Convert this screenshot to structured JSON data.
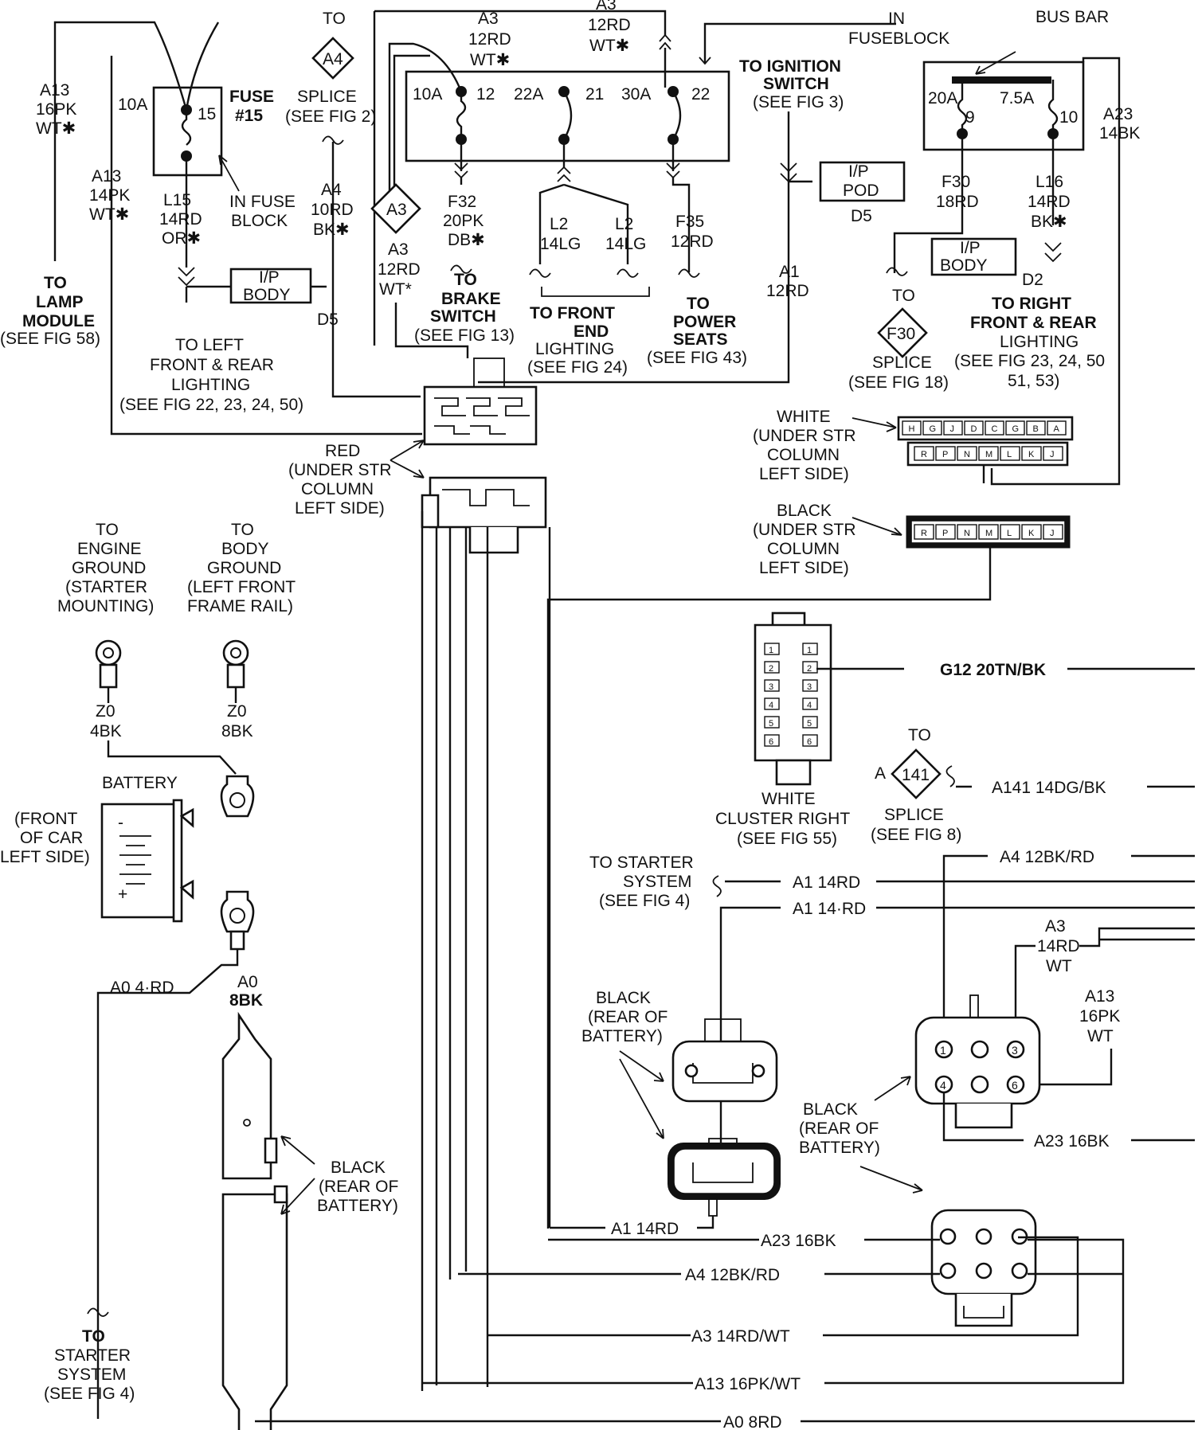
{
  "labels": {
    "to_top": "TO",
    "splice_a4": "SPLICE",
    "see_fig2": "(SEE FIG 2)",
    "a3_top1": "A3",
    "a3_top1_gauge": "12RD",
    "a3_top1_color": "WT✱",
    "a3_top2": "A3",
    "a3_top2_gauge": "12RD",
    "a3_top2_color": "WT✱",
    "in_fuseblock_1": "IN",
    "in_fuseblock_2": "FUSEBLOCK",
    "bus_bar": "BUS BAR",
    "to_ign_1": "TO IGNITION",
    "to_ign_2": "SWITCH",
    "to_ign_3": "(SEE FIG 3)",
    "a13_16pk_1": "A13",
    "a13_16pk_2": "16PK",
    "a13_16pk_3": "WT✱",
    "fuse15_amp": "10A",
    "fuse15_num": "15",
    "fuse15_title_1": "FUSE",
    "fuse15_title_2": "#15",
    "in_fuse_block_1": "IN FUSE",
    "in_fuse_block_2": "BLOCK",
    "a13_14pk_1": "A13",
    "a13_14pk_2": "14PK",
    "a13_14pk_3": "WT✱",
    "l15_1": "L15",
    "l15_2": "14RD",
    "l15_3": "OR✱",
    "a4_10rd_1": "A4",
    "a4_10rd_2": "10RD",
    "a4_10rd_3": "BK✱",
    "fuse_a_10a": "10A",
    "fuse_a_12": "12",
    "fuse_a_22a": "22A",
    "fuse_a_21": "21",
    "fuse_a_30a": "30A",
    "fuse_a_22": "22",
    "f32_1": "F32",
    "f32_2": "20PK",
    "f32_3": "DB✱",
    "a3_mid_1": "A3",
    "a3_mid_2": "12RD",
    "a3_mid_3": "WT*",
    "to_brake_1": "TO",
    "to_brake_2": "BRAKE",
    "to_brake_3": "SWITCH",
    "to_brake_4": "(SEE FIG 13)",
    "l2a_1": "L2",
    "l2a_2": "14LG",
    "l2b_1": "L2",
    "l2b_2": "14LG",
    "to_front_end_1": "TO FRONT",
    "to_front_end_2": "END",
    "to_front_end_3": "LIGHTING",
    "to_front_end_4": "(SEE FIG 24)",
    "f35_1": "F35",
    "f35_2": "12RD",
    "to_seats_1": "TO",
    "to_seats_2": "POWER",
    "to_seats_3": "SEATS",
    "to_seats_4": "(SEE FIG 43)",
    "ip_pod_1": "I/P",
    "ip_pod_2": "POD",
    "d5_pod": "D5",
    "a1_12rd_1": "A1",
    "a1_12rd_2": "12RD",
    "bus_20a": "20A",
    "bus_9": "9",
    "bus_75a": "7.5A",
    "bus_10": "10",
    "a23_14bk_1": "A23",
    "a23_14bk_2": "14BK",
    "f30_1": "F30",
    "f30_2": "18RD",
    "l16_1": "L16",
    "l16_2": "14RD",
    "l16_3": "BK✱",
    "ip_body_r_1": "I/P",
    "ip_body_r_2": "BODY",
    "d2": "D2",
    "to_f30": "TO",
    "splice_f30": "SPLICE",
    "see_fig18": "(SEE FIG 18)",
    "to_right_1": "TO RIGHT",
    "to_right_2": "FRONT & REAR",
    "to_right_3": "LIGHTING",
    "to_right_4": "(SEE FIG 23, 24, 50",
    "to_right_5": "51, 53)",
    "to_lamp_1": "TO",
    "to_lamp_2": "LAMP",
    "to_lamp_3": "MODULE",
    "to_lamp_4": "(SEE FIG 58)",
    "ip_body_l_1": "I/P",
    "ip_body_l_2": "BODY",
    "d5_left": "D5",
    "to_left_1": "TO LEFT",
    "to_left_2": "FRONT & REAR",
    "to_left_3": "LIGHTING",
    "to_left_4": "(SEE FIG 22, 23, 24, 50)",
    "red_1": "RED",
    "red_2": "(UNDER STR",
    "red_3": "COLUMN",
    "red_4": "LEFT SIDE)",
    "white_1": "WHITE",
    "white_2": "(UNDER STR",
    "white_3": "COLUMN",
    "white_4": "LEFT SIDE)",
    "black_col_1": "BLACK",
    "black_col_2": "(UNDER STR",
    "black_col_3": "COLUMN",
    "black_col_4": "LEFT SIDE)",
    "eng_gnd_1": "TO",
    "eng_gnd_2": "ENGINE",
    "eng_gnd_3": "GROUND",
    "eng_gnd_4": "(STARTER",
    "eng_gnd_5": "MOUNTING)",
    "body_gnd_1": "TO",
    "body_gnd_2": "BODY",
    "body_gnd_3": "GROUND",
    "body_gnd_4": "(LEFT FRONT",
    "body_gnd_5": "FRAME RAIL)",
    "z0_4bk_1": "Z0",
    "z0_4bk_2": "4BK",
    "z0_8bk_1": "Z0",
    "z0_8bk_2": "8BK",
    "battery": "BATTERY",
    "front_car_1": "(FRONT",
    "front_car_2": "OF CAR",
    "front_car_3": "LEFT SIDE)",
    "bat_minus": "-",
    "bat_plus": "+",
    "a0_4rd": "A0  4·RD",
    "a0_8bk_1": "A0",
    "a0_8bk_2": "8BK",
    "g12": "G12  20TN/BK",
    "white_cluster_1": "WHITE",
    "white_cluster_2": "CLUSTER RIGHT",
    "white_cluster_3": "(SEE FIG 55)",
    "to_141": "TO",
    "a_141": "A",
    "splice_141": "SPLICE",
    "see_fig8": "(SEE FIG 8)",
    "a141": "A141   14DG/BK",
    "to_starter_1": "TO STARTER",
    "to_starter_2": "SYSTEM",
    "to_starter_3": "(SEE FIG  4)",
    "a1_14rd_a": "A1   14RD",
    "a1_14rd_b": "A1  14·RD",
    "a4_12bkrd_top": "A4    12BK/RD",
    "a3_14rd_1": "A3",
    "a3_14rd_2": "14RD",
    "a3_14rd_3": "WT",
    "a13_16pk_r_1": "A13",
    "a13_16pk_r_2": "16PK",
    "a13_16pk_r_3": "WT",
    "black_rb_1": "BLACK",
    "black_rb_2": "(REAR OF",
    "black_rb_3": "BATTERY)",
    "black_rb2_1": "BLACK",
    "black_rb2_2": "(REAR OF",
    "black_rb2_3": "BATTERY)",
    "black_rb3_1": "BLACK",
    "black_rb3_2": "(REAR OF",
    "black_rb3_3": "BATTERY)",
    "a23_16bk_top": "A23    16BK",
    "a1_14rd_bot": "A1  14RD",
    "a23_16bk": "A23    16BK",
    "a4_12bkrd": "A4    12BK/RD",
    "a3_14rdwt": "A3    14RD/WT",
    "a13_16pkwt": "A13    16PK/WT",
    "a0_8rd": "A0    8RD",
    "to_starter_b_1": "TO",
    "to_starter_b_2": "STARTER",
    "to_starter_b_3": "SYSTEM",
    "to_starter_b_4": "(SEE FIG 4)",
    "splice_a4_id": "A4",
    "splice_a3_id": "A3",
    "splice_f30_id": "F30",
    "splice_141_id": "141",
    "six_pin_1": "1",
    "six_pin_3": "3",
    "six_pin_4": "4",
    "six_pin_6": "6",
    "white_conn_top_pins": [
      "H",
      "G",
      "J",
      "D",
      "C",
      "G",
      "B",
      "A"
    ],
    "white_conn_bot_pins": [
      "R",
      "P",
      "N",
      "M",
      "L",
      "K",
      "J"
    ],
    "black_conn_pins": [
      "R",
      "P",
      "N",
      "M",
      "L",
      "K",
      "J"
    ],
    "cluster_pins": [
      "1",
      "2",
      "3",
      "4",
      "5",
      "6"
    ]
  }
}
